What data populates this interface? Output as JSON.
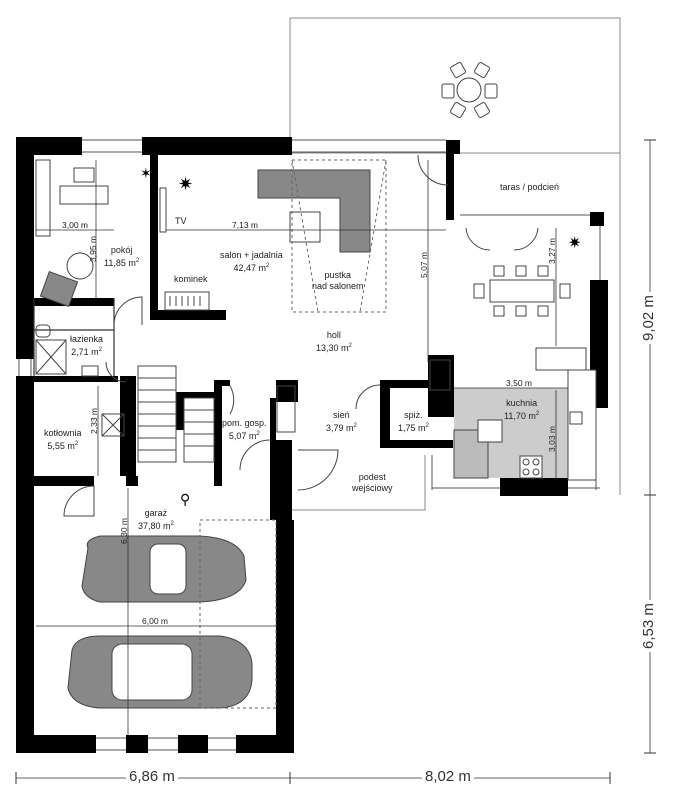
{
  "rooms": {
    "pokoj": {
      "name": "pokój",
      "area": "11,85 m",
      "unit_sup": "2"
    },
    "salon": {
      "name": "salon + jadalnia",
      "area": "42,47 m",
      "unit_sup": "2"
    },
    "kominek": {
      "name": "kominek"
    },
    "tv": {
      "name": "TV"
    },
    "pustka": {
      "line1": "pustka",
      "line2": "nad salonem"
    },
    "lazienka": {
      "name": "łazienka",
      "area": "2,71 m",
      "unit_sup": "2"
    },
    "holl": {
      "name": "holl",
      "area": "13,30 m",
      "unit_sup": "2"
    },
    "kotlownia": {
      "name": "kotłownia",
      "area": "5,55 m",
      "unit_sup": "2"
    },
    "pom_gosp": {
      "name": "pom. gosp.",
      "area": "5,07 m",
      "unit_sup": "2"
    },
    "sien": {
      "name": "sień",
      "area": "3,79 m",
      "unit_sup": "2"
    },
    "spiz": {
      "name": "spiż.",
      "area": "1,75 m",
      "unit_sup": "2"
    },
    "kuchnia": {
      "name": "kuchnia",
      "area": "11,70 m",
      "unit_sup": "2"
    },
    "podest": {
      "line1": "podest",
      "line2": "wejściowy"
    },
    "taras": {
      "name": "taras / podcień"
    },
    "garaz": {
      "name": "garaż",
      "area": "37,80 m",
      "unit_sup": "2"
    }
  },
  "dimensions": {
    "pokoj_w": "3,00 m",
    "pokoj_h": "3,95 m",
    "salon_w": "7,13 m",
    "holl_h": "5,07 m",
    "jadalnia_h": "3,27 m",
    "kuchnia_w": "3,50 m",
    "kuchnia_h": "3,03 m",
    "kotlownia_h": "2,33 m",
    "garaz_h": "6,30 m",
    "garaz_w": "6,00 m",
    "total_left": "6,86 m",
    "total_right": "8,02 m",
    "total_upper": "9,02 m",
    "total_lower": "6,53 m"
  },
  "colors": {
    "wall": "#000000",
    "furniture": "#7f7f7f",
    "kitchen_floor": "#cccccc",
    "line": "#555555"
  }
}
